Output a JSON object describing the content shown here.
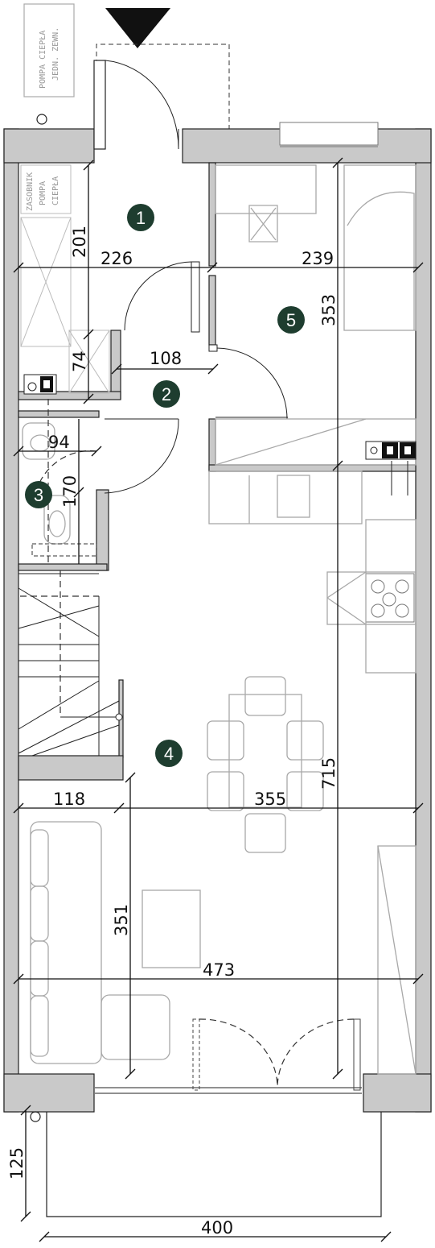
{
  "labels": {
    "heat_pump_outdoor": [
      "POMPA CIEPŁA",
      "JEDN. ZEWN."
    ],
    "heat_pump_tank": [
      "ZASOBNIK",
      "POMPA",
      "CIEPŁA"
    ]
  },
  "rooms": [
    {
      "number": "1"
    },
    {
      "number": "2"
    },
    {
      "number": "3"
    },
    {
      "number": "4"
    },
    {
      "number": "5"
    }
  ],
  "dimensions": {
    "d201": "201",
    "d226": "226",
    "d239": "239",
    "d353": "353",
    "d74": "74",
    "d108": "108",
    "d94": "94",
    "d170": "170",
    "d715": "715",
    "d118": "118",
    "d355": "355",
    "d351": "351",
    "d473": "473",
    "d125": "125",
    "d400": "400"
  },
  "colors": {
    "wall_fill": "#c9c9c9",
    "room_badge": "#1e3d2f",
    "furniture": "#a8a8a8"
  }
}
